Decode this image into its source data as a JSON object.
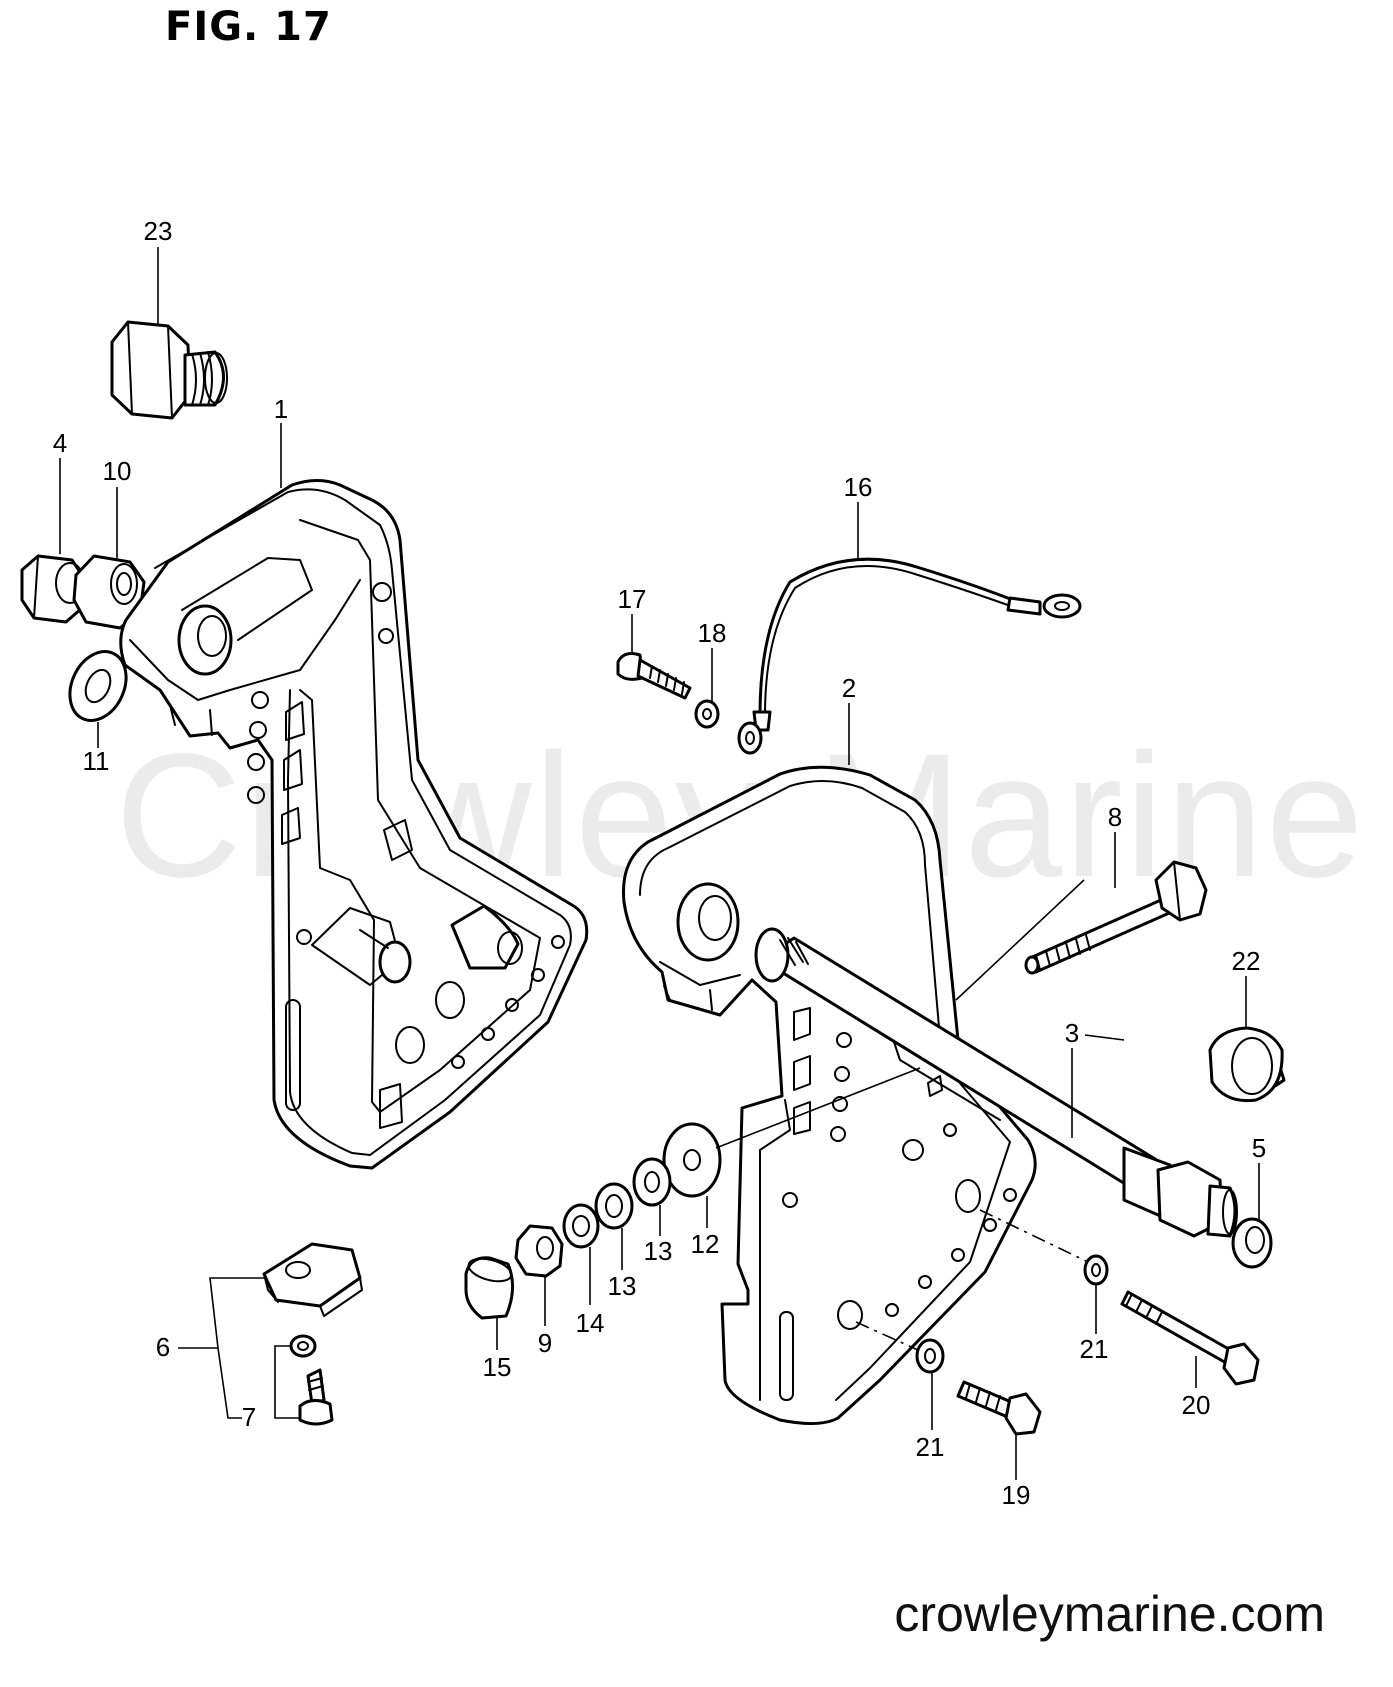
{
  "figure": {
    "title": "FIG. 17"
  },
  "watermark": "Crowley Marine",
  "footer": {
    "url": "crowleymarine.com"
  },
  "callouts": {
    "c1": "1",
    "c2": "2",
    "c3": "3",
    "c4": "4",
    "c5": "5",
    "c6": "6",
    "c7": "7",
    "c8": "8",
    "c9": "9",
    "c10": "10",
    "c11": "11",
    "c12": "12",
    "c13a": "13",
    "c13b": "13",
    "c14": "14",
    "c15": "15",
    "c16": "16",
    "c17": "17",
    "c18": "18",
    "c19": "19",
    "c20": "20",
    "c21a": "21",
    "c21b": "21",
    "c22": "22",
    "c23": "23"
  }
}
